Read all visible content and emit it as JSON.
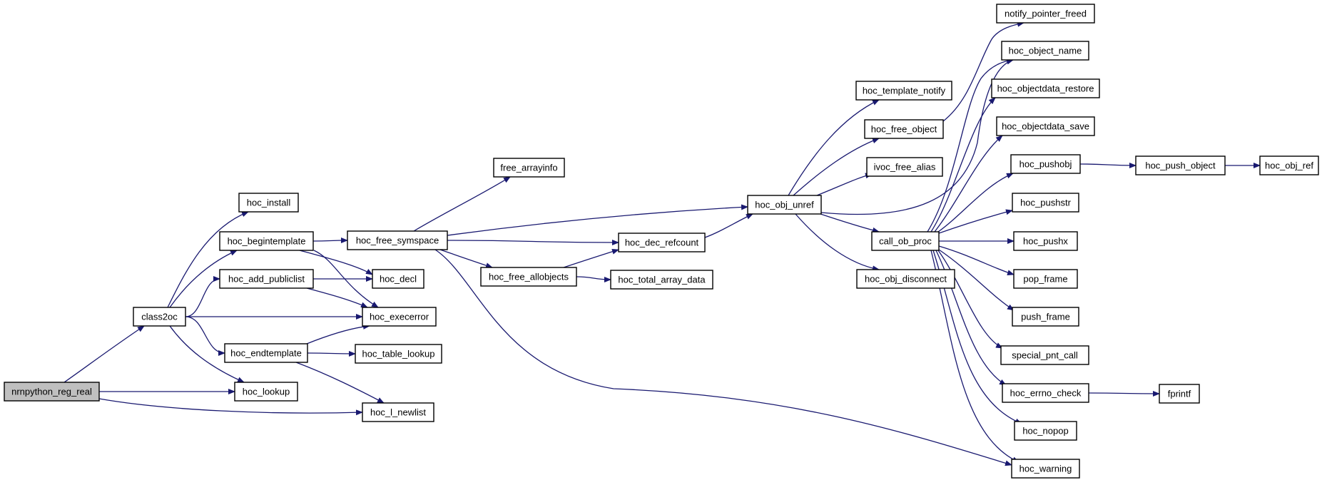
{
  "colors": {
    "edge": "#191970",
    "root_fill": "#bfbfbf",
    "node_fill": "#ffffff",
    "node_stroke": "#000000"
  },
  "nodes": {
    "nrnpython_reg_real": "nrnpython_reg_real",
    "class2oc": "class2oc",
    "hoc_install": "hoc_install",
    "hoc_begintemplate": "hoc_begintemplate",
    "hoc_add_publiclist": "hoc_add_publiclist",
    "hoc_endtemplate": "hoc_endtemplate",
    "hoc_lookup": "hoc_lookup",
    "hoc_l_newlist": "hoc_l_newlist",
    "hoc_free_symspace": "hoc_free_symspace",
    "hoc_decl": "hoc_decl",
    "hoc_execerror": "hoc_execerror",
    "hoc_table_lookup": "hoc_table_lookup",
    "free_arrayinfo": "free_arrayinfo",
    "hoc_free_allobjects": "hoc_free_allobjects",
    "hoc_dec_refcount": "hoc_dec_refcount",
    "hoc_total_array_data": "hoc_total_array_data",
    "hoc_obj_unref": "hoc_obj_unref",
    "hoc_template_notify": "hoc_template_notify",
    "hoc_free_object": "hoc_free_object",
    "ivoc_free_alias": "ivoc_free_alias",
    "call_ob_proc": "call_ob_proc",
    "hoc_obj_disconnect": "hoc_obj_disconnect",
    "notify_pointer_freed": "notify_pointer_freed",
    "hoc_object_name": "hoc_object_name",
    "hoc_objectdata_restore": "hoc_objectdata_restore",
    "hoc_objectdata_save": "hoc_objectdata_save",
    "hoc_pushobj": "hoc_pushobj",
    "hoc_pushstr": "hoc_pushstr",
    "hoc_pushx": "hoc_pushx",
    "pop_frame": "pop_frame",
    "push_frame": "push_frame",
    "special_pnt_call": "special_pnt_call",
    "hoc_errno_check": "hoc_errno_check",
    "hoc_nopop": "hoc_nopop",
    "hoc_warning": "hoc_warning",
    "hoc_push_object": "hoc_push_object",
    "hoc_obj_ref": "hoc_obj_ref",
    "fprintf": "fprintf"
  }
}
